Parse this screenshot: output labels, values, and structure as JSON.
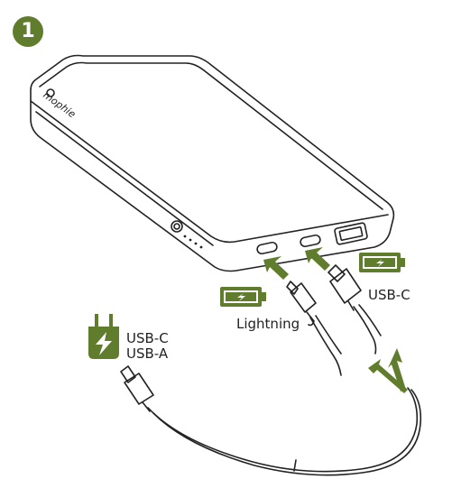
{
  "step": {
    "number": "1"
  },
  "brand": {
    "logo_text": "mophie"
  },
  "labels": {
    "lightning": "Lightning",
    "usb_c_cable": "USB-C",
    "adapter_usb_c": "USB-C",
    "adapter_usb_a": "USB-A"
  },
  "colors": {
    "accent_green": "#5f7d2c",
    "outline": "#222222"
  },
  "icons": {
    "adapter": "wall-adapter-bolt-icon",
    "battery": "charging-battery-icon",
    "arrow": "arrow-icon"
  }
}
